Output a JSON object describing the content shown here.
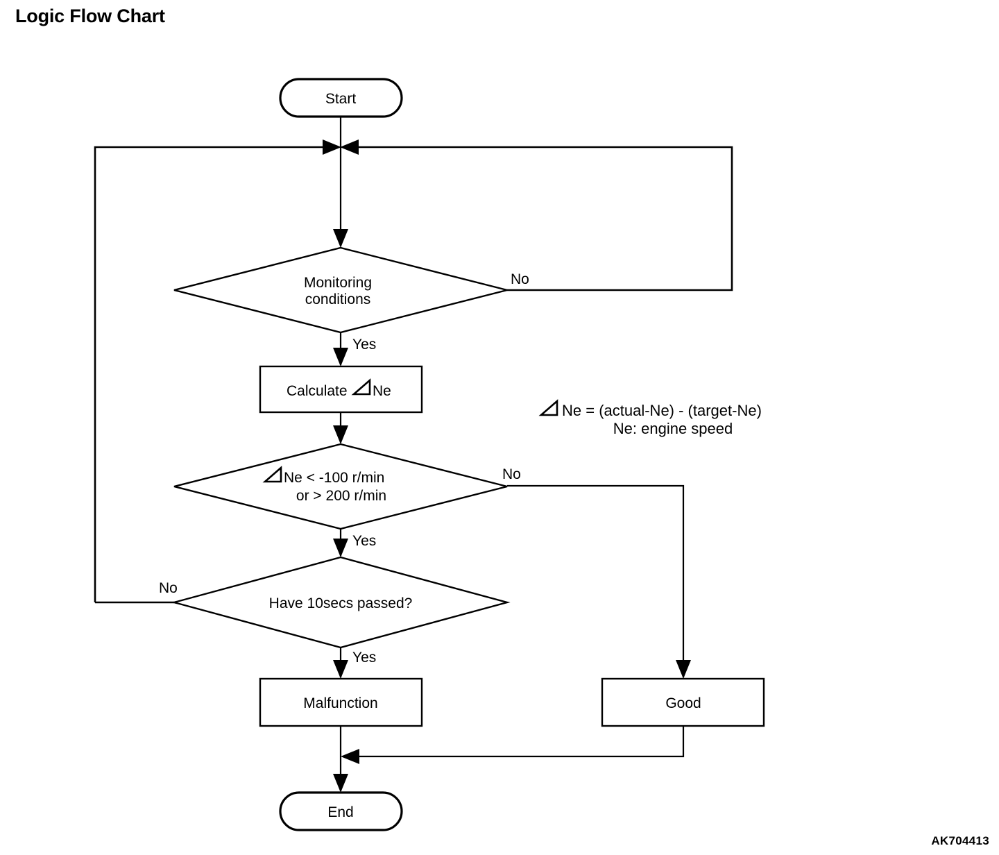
{
  "page": {
    "title": "Logic Flow Chart",
    "reference_code": "AK704413",
    "background_color": "#ffffff",
    "line_color": "#000000"
  },
  "chart_data": {
    "type": "diagram",
    "diagram_type": "flowchart",
    "title": "Logic Flow Chart",
    "nodes": [
      {
        "id": "start",
        "shape": "terminator",
        "label": "Start"
      },
      {
        "id": "monitor",
        "shape": "decision",
        "label": "Monitoring conditions",
        "lines": [
          "Monitoring",
          "conditions"
        ]
      },
      {
        "id": "calculate",
        "shape": "process",
        "label": "Calculate⧄Ne",
        "prefix": "Calculate",
        "symbol": "delta",
        "suffix": "Ne"
      },
      {
        "id": "threshold",
        "shape": "decision",
        "label": "⧄Ne < -100 r/min or > 200 r/min",
        "lines": [
          "Ne < -100 r/min",
          "or > 200 r/min"
        ],
        "symbol": "delta"
      },
      {
        "id": "timer",
        "shape": "decision",
        "label": "Have 10secs passed?"
      },
      {
        "id": "malfunction",
        "shape": "process",
        "label": "Malfunction"
      },
      {
        "id": "good",
        "shape": "process",
        "label": "Good"
      },
      {
        "id": "end",
        "shape": "terminator",
        "label": "End"
      }
    ],
    "edges": [
      {
        "from": "start",
        "to": "monitor",
        "label": ""
      },
      {
        "from": "monitor",
        "to": "calculate",
        "label": "Yes"
      },
      {
        "from": "monitor",
        "to": "start_loop",
        "label": "No"
      },
      {
        "from": "calculate",
        "to": "threshold",
        "label": ""
      },
      {
        "from": "threshold",
        "to": "timer",
        "label": "Yes"
      },
      {
        "from": "threshold",
        "to": "good",
        "label": "No"
      },
      {
        "from": "timer",
        "to": "malfunction",
        "label": "Yes"
      },
      {
        "from": "timer",
        "to": "start_loop",
        "label": "No"
      },
      {
        "from": "malfunction",
        "to": "end",
        "label": ""
      },
      {
        "from": "good",
        "to": "end",
        "label": ""
      }
    ],
    "legend": {
      "line1_prefix": "",
      "line1": "Ne = (actual-Ne) - (target-Ne)",
      "line2": "Ne:  engine speed"
    }
  },
  "labels": {
    "start": "Start",
    "monitoring_line1": "Monitoring",
    "monitoring_line2": "conditions",
    "monitoring_yes": "Yes",
    "monitoring_no": "No",
    "calculate_prefix": "Calculate",
    "calculate_suffix": "Ne",
    "threshold_line1": "Ne < -100 r/min",
    "threshold_line2": "or > 200 r/min",
    "threshold_yes": "Yes",
    "threshold_no": "No",
    "timer": "Have 10secs passed?",
    "timer_yes": "Yes",
    "timer_no": "No",
    "malfunction": "Malfunction",
    "good": "Good",
    "end": "End",
    "legend_line1": "Ne = (actual-Ne) - (target-Ne)",
    "legend_line2": "Ne:  engine speed"
  }
}
